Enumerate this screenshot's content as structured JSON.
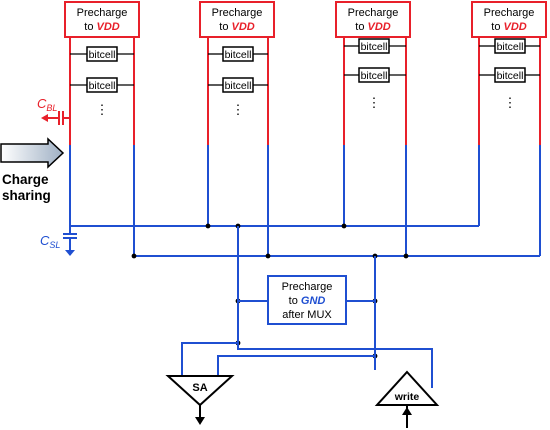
{
  "precharge_vdd": {
    "line1": "Precharge",
    "to": "to ",
    "node": "VDD"
  },
  "bitcell_label": "bitcell",
  "ellipsis": "⋮",
  "cap_bl": {
    "symbol": "C",
    "sub": "BL"
  },
  "cap_sl": {
    "symbol": "C",
    "sub": "SL"
  },
  "charge_sharing": {
    "line1": "Charge",
    "line2": "sharing"
  },
  "precharge_gnd": {
    "line1": "Precharge",
    "to": "to ",
    "node": "GND",
    "line3": "after MUX"
  },
  "sense_amp_label": "SA",
  "write_driver_label": "write",
  "colors": {
    "bitline": "#e8202a",
    "sharedline": "#1f4fd1",
    "text": "#000000"
  }
}
